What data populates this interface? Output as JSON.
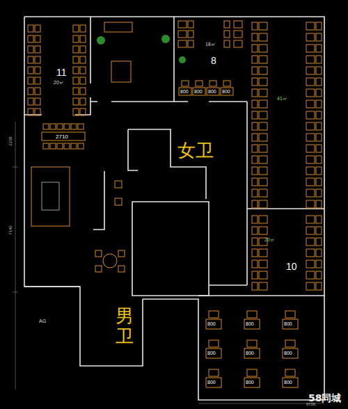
{
  "diagram": {
    "nodes": [
      {
        "text": [
          "11",
          "20㎡"
        ]
      },
      {
        "text": [
          "18㎡",
          "8"
        ]
      },
      {
        "text": [
          "41㎡"
        ]
      },
      {
        "text": [
          "女卫"
        ]
      },
      {
        "text": [
          "20㎡",
          "10"
        ]
      },
      {
        "text": [
          "男卫"
        ]
      }
    ],
    "labels": [
      "2710",
      "800",
      "800",
      "800",
      "800",
      "800",
      "800",
      "800",
      "800",
      "800",
      "800",
      "800",
      "800",
      "800",
      "2238",
      "7140",
      "6706",
      "AG",
      "58同城"
    ]
  }
}
